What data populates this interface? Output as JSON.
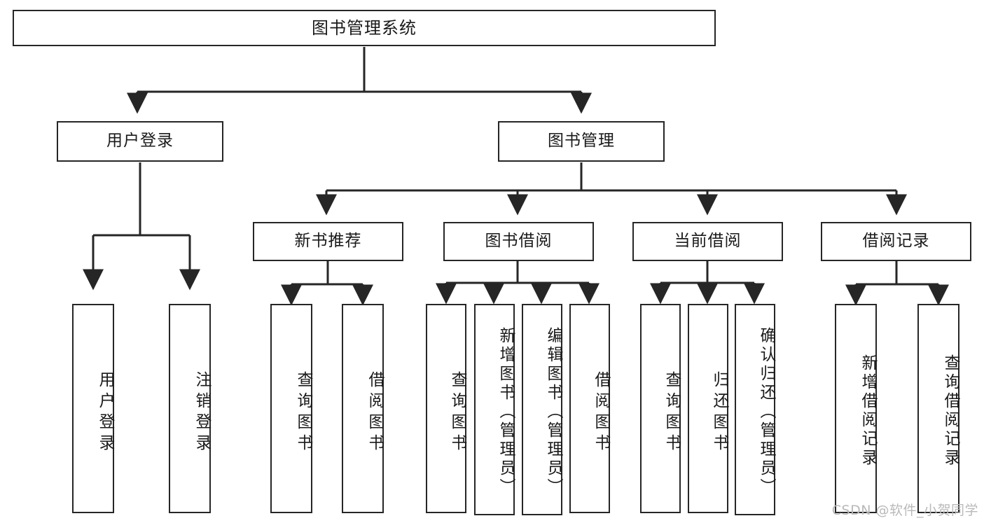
{
  "diagram": {
    "title": "图书管理系统",
    "type": "tree-hierarchy-diagram",
    "root": {
      "label": "图书管理系统"
    },
    "level2": [
      {
        "id": "user-login",
        "label": "用户登录"
      },
      {
        "id": "book-management",
        "label": "图书管理"
      }
    ],
    "level3": [
      {
        "id": "new-book-recommend",
        "label": "新书推荐",
        "parent": "book-management"
      },
      {
        "id": "book-borrow",
        "label": "图书借阅",
        "parent": "book-management"
      },
      {
        "id": "current-borrow",
        "label": "当前借阅",
        "parent": "book-management"
      },
      {
        "id": "borrow-record",
        "label": "借阅记录",
        "parent": "book-management"
      }
    ],
    "leaves": [
      {
        "id": "leaf-user-login",
        "label": "用户登录",
        "parent": "user-login"
      },
      {
        "id": "leaf-logout-login",
        "label": "注销登录",
        "parent": "user-login"
      },
      {
        "id": "leaf-query-book-1",
        "label": "查询图书",
        "parent": "new-book-recommend"
      },
      {
        "id": "leaf-borrow-book-1",
        "label": "借阅图书",
        "parent": "new-book-recommend"
      },
      {
        "id": "leaf-query-book-2",
        "label": "查询图书",
        "parent": "book-borrow"
      },
      {
        "id": "leaf-add-book",
        "label": "新增图书（管理员）",
        "parent": "book-borrow"
      },
      {
        "id": "leaf-edit-book",
        "label": "编辑图书（管理员）",
        "parent": "book-borrow"
      },
      {
        "id": "leaf-borrow-book-2",
        "label": "借阅图书",
        "parent": "book-borrow"
      },
      {
        "id": "leaf-query-book-3",
        "label": "查询图书",
        "parent": "current-borrow"
      },
      {
        "id": "leaf-return-book",
        "label": "归还图书",
        "parent": "current-borrow"
      },
      {
        "id": "leaf-confirm-return",
        "label": "确认归还（管理员）",
        "parent": "current-borrow"
      },
      {
        "id": "leaf-add-record",
        "label": "新增借阅记录",
        "parent": "borrow-record"
      },
      {
        "id": "leaf-query-record",
        "label": "查询借阅记录",
        "parent": "borrow-record"
      }
    ],
    "colors": {
      "stroke": "#262626",
      "background": "#ffffff",
      "text": "#1a1a1a",
      "watermark": "#b9b9b9"
    }
  },
  "watermark": {
    "text": "CSDN @软件_小贺同学"
  }
}
